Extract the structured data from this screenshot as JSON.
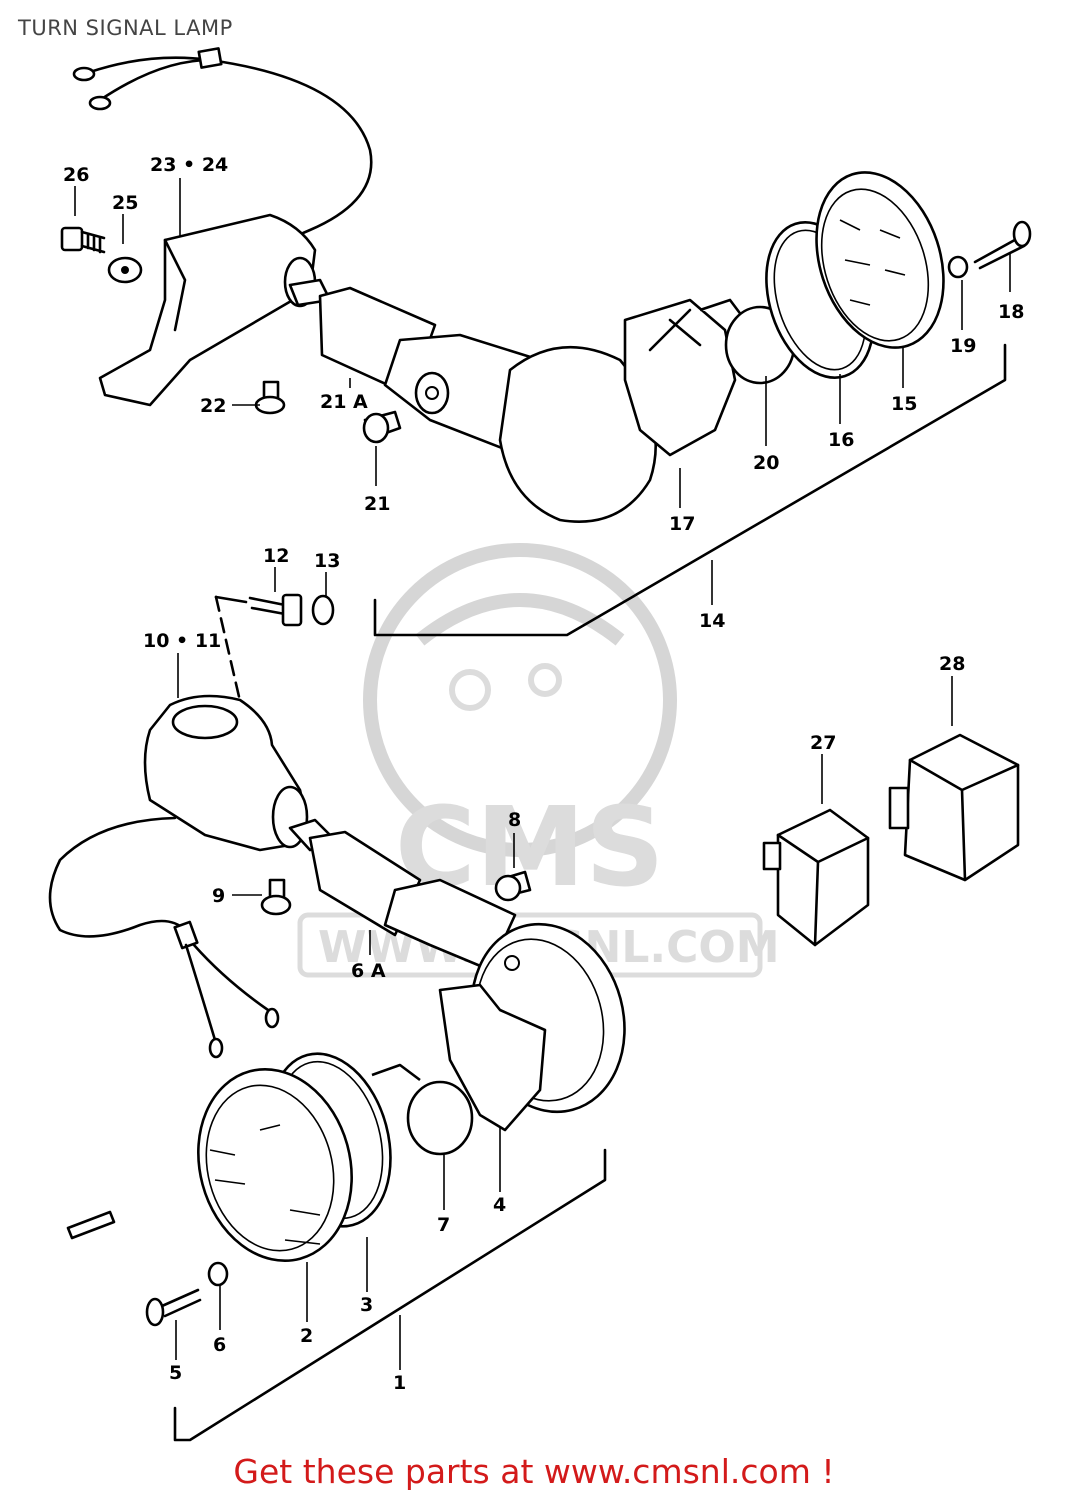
{
  "title": "TURN SIGNAL LAMP",
  "footer": "Get these parts at www.cmsnl.com !",
  "watermark": {
    "brand": "CMS",
    "url": "WWW.CMSNL.COM"
  },
  "accent_color": "#d31a1a",
  "callouts": {
    "c26": "26",
    "c23_24": "23 • 24",
    "c25": "25",
    "c22": "22",
    "c21a": "21 A",
    "c21": "21",
    "c17": "17",
    "c20": "20",
    "c16": "16",
    "c15": "15",
    "c19": "19",
    "c18": "18",
    "c14": "14",
    "c12": "12",
    "c13": "13",
    "c10_11": "10 • 11",
    "c28": "28",
    "c27": "27",
    "c8": "8",
    "c9": "9",
    "c6a": "6 A",
    "c4": "4",
    "c7": "7",
    "c3": "3",
    "c2": "2",
    "c6": "6",
    "c5": "5",
    "c1": "1"
  }
}
